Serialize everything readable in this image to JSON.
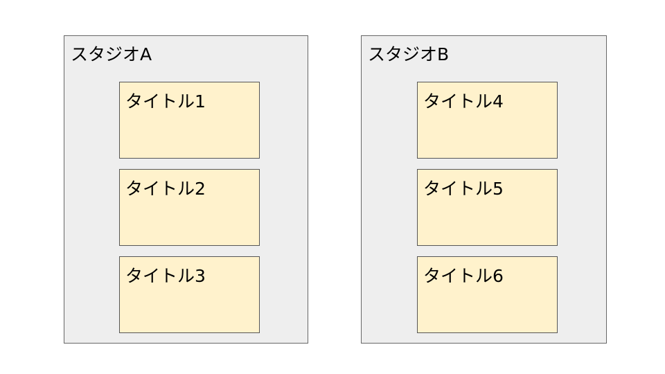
{
  "studios": [
    {
      "name": "スタジオA",
      "titles": [
        {
          "label": "タイトル1"
        },
        {
          "label": "タイトル2"
        },
        {
          "label": "タイトル3"
        }
      ]
    },
    {
      "name": "スタジオB",
      "titles": [
        {
          "label": "タイトル4"
        },
        {
          "label": "タイトル5"
        },
        {
          "label": "タイトル6"
        }
      ]
    }
  ],
  "colors": {
    "studio_fill": "#eeeeee",
    "studio_border": "#666666",
    "card_fill": "#fff2cc",
    "card_border": "#555555",
    "text": "#000000"
  }
}
